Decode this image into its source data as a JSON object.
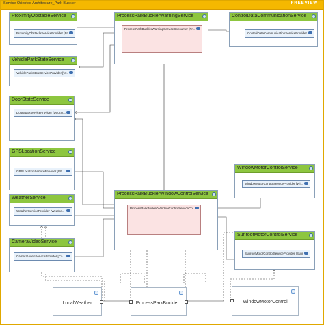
{
  "window": {
    "title": "Service Oriented Architecture_Park Buckler",
    "logo": "FREEVIEW"
  },
  "services": {
    "proximity": {
      "name": "ProximityObstacleService",
      "port": "ProximityObstacleServiceProvider [Pr..."
    },
    "vehicle": {
      "name": "VehicleParkStateService",
      "port": "VehicleParkStateServiceProvider [Ve..."
    },
    "door": {
      "name": "DoorStateService",
      "port": "DoorStateServiceProvider [DoorSt..."
    },
    "gps": {
      "name": "GPSLocationService",
      "port": "GPSLocationServiceProvider [GP..."
    },
    "weather": {
      "name": "WeatherService",
      "port": "WeatherServiceProvider [Weathe..."
    },
    "camera": {
      "name": "CameraVideoService",
      "port": "CameraVideoServiceProvider [Ca..."
    },
    "warning": {
      "name": "ProcessParkBucklerWarningService",
      "port": "ProcessParkBucklerWarningServiceConsumer [Pr..."
    },
    "control": {
      "name": "ControlDataCommunicationService",
      "port": "ControlDataCommunicationServiceProvider [Co..."
    },
    "windowctl": {
      "name": "ProcessParkBucklerWindowControlService",
      "port": "ProcessParkBucklerWindowControlServiceCo..."
    },
    "motor": {
      "name": "WindowMotorControlService",
      "port": "WindowMotorControlServiceProvider [Wi..."
    },
    "sunroof": {
      "name": "SunroofMotorControlService",
      "port": "SunroofMotorControlServiceProvider [SunroofMot..."
    }
  },
  "components": {
    "local_weather": "LocalWeather",
    "process": "ProcessParkBuckle...",
    "window_motor": "WindowMotorControl"
  },
  "colors": {
    "header_green": "#8dc63f",
    "title_orange": "#f5b800",
    "port_blue": "#e9f2fb",
    "port_pink": "#fbe3e3"
  }
}
